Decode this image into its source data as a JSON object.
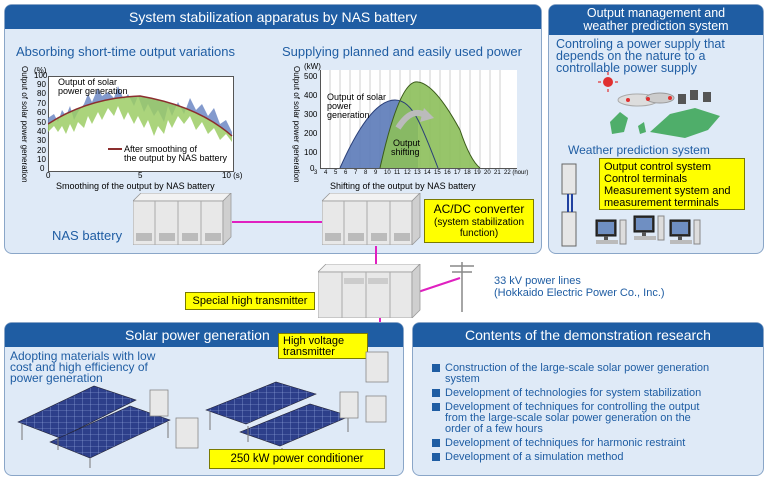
{
  "stabilization": {
    "title": "System stabilization apparatus by NAS battery",
    "left_sub": "Absorbing short-time output variations",
    "right_sub": "Supplying planned and easily used power",
    "nas_label": "NAS battery",
    "acdc_label": "AC/DC converter",
    "acdc_sub": "(system stabilization function)"
  },
  "chart_left": {
    "ylabel": "Output of solar power generation",
    "unit": "(%)",
    "ticks_y": [
      "100",
      "90",
      "80",
      "70",
      "60",
      "50",
      "40",
      "30",
      "20",
      "10",
      "0"
    ],
    "ticks_x": [
      "0",
      "5",
      "10 (s)"
    ],
    "legend_solar_1": "Output of solar",
    "legend_solar_2": "power generation",
    "legend_smooth_1": "After smoothing of",
    "legend_smooth_2": "the output by NAS battery",
    "caption": "Smoothing of the output by NAS battery"
  },
  "chart_right": {
    "ylabel": "Output of solar power generation",
    "unit": "(kW)",
    "ticks_y": [
      "500",
      "400",
      "300",
      "200",
      "100",
      "0"
    ],
    "ticks_x": [
      "3",
      "4",
      "5",
      "6",
      "7",
      "8",
      "9",
      "10",
      "11",
      "12",
      "13",
      "14",
      "15",
      "16",
      "17",
      "18",
      "19",
      "20",
      "21",
      "22 (hour)"
    ],
    "label_solar_1": "Output of solar",
    "label_solar_2": "power",
    "label_solar_3": "generation",
    "label_shift_1": "Output",
    "label_shift_2": "shifting",
    "caption": "Shifting of the output by NAS battery"
  },
  "output_mgmt": {
    "title_1": "Output management and",
    "title_2": "weather prediction system",
    "desc_1": "Controling a power supply that",
    "desc_2": "depends on the nature to a",
    "desc_3": "controllable power supply",
    "weather": "Weather prediction system",
    "items": [
      "Output control system",
      "Control terminals",
      "Measurement system and",
      "measurement terminals"
    ]
  },
  "grid": {
    "power_lines_1": "33 kV power lines",
    "power_lines_2": "(Hokkaido Electric Power Co., Inc.)",
    "special_tx": "Special high transmitter"
  },
  "solar": {
    "title": "Solar power generation",
    "hv_1": "High voltage",
    "hv_2": "transmitter",
    "desc_1": "Adopting materials with low",
    "desc_2": "cost and high efficiency of",
    "desc_3": "power generation",
    "conditioner": "250 kW power conditioner"
  },
  "research": {
    "title": "Contents of the demonstration research",
    "items": [
      [
        "Construction of the large-scale solar power generation",
        "system"
      ],
      [
        "Development of technologies for system stabilization"
      ],
      [
        "Development of techniques for controlling the output",
        "from the large-scale solar power generation on the",
        "order of a few hours"
      ],
      [
        "Development of techniques for harmonic restraint"
      ],
      [
        "Development of a simulation method"
      ]
    ]
  },
  "colors": {
    "header": "#1f5da3",
    "panel": "#dfeaf7",
    "highlight": "#ffff00",
    "link": "#e020c0"
  }
}
